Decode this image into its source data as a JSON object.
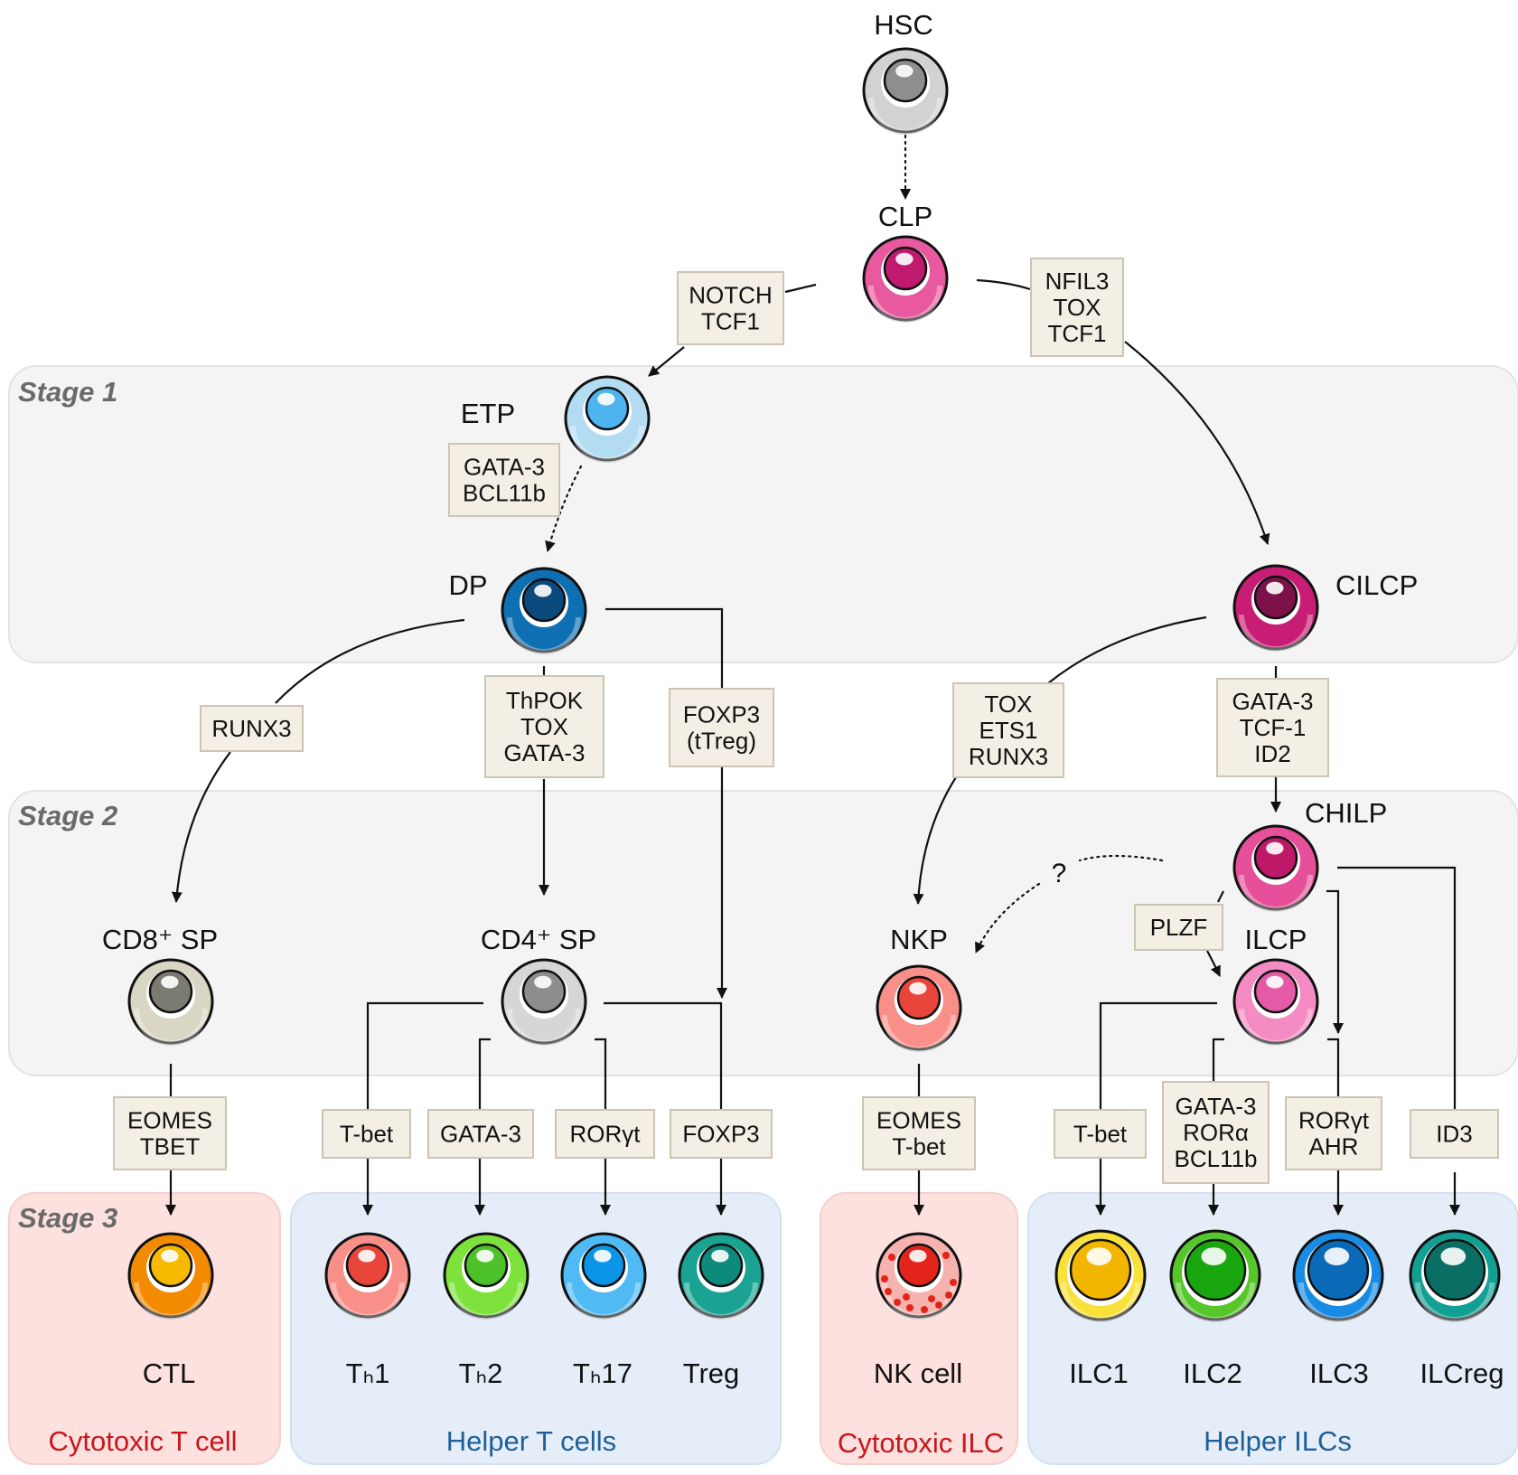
{
  "stages": [
    {
      "label": "Stage 1"
    },
    {
      "label": "Stage 2"
    },
    {
      "label": "Stage 3"
    }
  ],
  "groups": [
    {
      "label": "Cytotoxic T cell",
      "color": "#c8161d"
    },
    {
      "label": "Helper T cells",
      "color": "#1f5f99"
    },
    {
      "label": "Cytotoxic ILC",
      "color": "#c8161d"
    },
    {
      "label": "Helper ILCs",
      "color": "#1f5f99"
    }
  ],
  "cells": {
    "hsc": {
      "label": "HSC",
      "outer": "#d2d2d2",
      "inner": "#8e8e8e"
    },
    "clp": {
      "label": "CLP",
      "outer": "#e8599f",
      "inner": "#c01a6e"
    },
    "etp": {
      "label": "ETP",
      "outer": "#b3dcf2",
      "inner": "#4db4ef"
    },
    "dp": {
      "label": "DP",
      "outer": "#0f6fb3",
      "inner": "#0a4a7d"
    },
    "cilcp": {
      "label": "CILCP",
      "outer": "#c71d74",
      "inner": "#7e1149"
    },
    "cd8sp": {
      "label": "CD8⁺ SP",
      "outer": "#d9d6c3",
      "inner": "#7b7b72"
    },
    "cd4sp": {
      "label": "CD4⁺ SP",
      "outer": "#d6d6d6",
      "inner": "#8d8d8d"
    },
    "nkp": {
      "label": "NKP",
      "outer": "#f89089",
      "inner": "#e8453b"
    },
    "chilp": {
      "label": "CHILP",
      "outer": "#e6509a",
      "inner": "#be1869"
    },
    "ilcp": {
      "label": "ILCP",
      "outer": "#f48bc2",
      "inner": "#e45aa7"
    },
    "ctl": {
      "label": "CTL",
      "outer": "#f28b00",
      "inner": "#f6bb00"
    },
    "th1": {
      "label": "Tₕ1",
      "outer": "#f89089",
      "inner": "#e8453b"
    },
    "th2": {
      "label": "Tₕ2",
      "outer": "#7ee23d",
      "inner": "#4cc12a"
    },
    "th17": {
      "label": "Tₕ17",
      "outer": "#4fbaf3",
      "inner": "#0a95e8"
    },
    "treg": {
      "label": "Treg",
      "outer": "#1aa392",
      "inner": "#0e8a7c"
    },
    "nkcell": {
      "label": "NK cell",
      "outer": "#f6b3ae",
      "inner": "#e3241b"
    },
    "ilc1": {
      "label": "ILC1",
      "outer": "#f9e13c",
      "inner": "#f2b500"
    },
    "ilc2": {
      "label": "ILC2",
      "outer": "#56c72a",
      "inner": "#1aa60f"
    },
    "ilc3": {
      "label": "ILC3",
      "outer": "#1a8be3",
      "inner": "#0a6ab8"
    },
    "ilcreg": {
      "label": "ILCreg",
      "outer": "#11a093",
      "inner": "#0a6e64"
    }
  },
  "factors": {
    "clp_etp": [
      "NOTCH",
      "TCF1"
    ],
    "clp_cilcp": [
      "NFIL3",
      "TOX",
      "TCF1"
    ],
    "etp_dp": [
      "GATA-3",
      "BCL11b"
    ],
    "dp_cd8": [
      "RUNX3"
    ],
    "dp_cd4": [
      "ThPOK",
      "TOX",
      "GATA-3"
    ],
    "dp_treg": [
      "FOXP3",
      "(tTreg)"
    ],
    "cilcp_nkp": [
      "TOX",
      "ETS1",
      "RUNX3"
    ],
    "cilcp_chilp": [
      "GATA-3",
      "TCF-1",
      "ID2"
    ],
    "chilp_ilcp": [
      "PLZF"
    ],
    "cd8_ctl": [
      "EOMES",
      "TBET"
    ],
    "cd4_th1": [
      "T-bet"
    ],
    "cd4_th2": [
      "GATA-3"
    ],
    "cd4_th17": [
      "RORγt"
    ],
    "cd4_treg": [
      "FOXP3"
    ],
    "nkp_nk": [
      "EOMES",
      "T-bet"
    ],
    "ilcp_ilc1": [
      "T-bet"
    ],
    "ilcp_ilc2": [
      "GATA-3",
      "RORα",
      "BCL11b"
    ],
    "ilcp_ilc3": [
      "RORγt",
      "AHR"
    ],
    "chilp_ilcreg": [
      "ID3"
    ]
  },
  "unknown_marker": "?"
}
